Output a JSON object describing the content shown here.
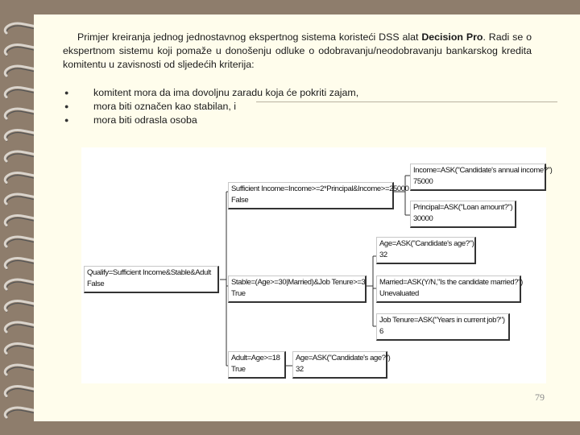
{
  "slide": {
    "intro_part1": "Primjer kreiranja jednog jednostavnog ekspertnog sistema koristeći DSS alat ",
    "intro_bold1": "Decision Pro",
    "intro_part2": ". Radi se o ekspertnom sistemu koji pomaže u donošenju odluke o odobravanju/neodobravanju bankarskog kredita komitentu u zavisnosti od sljedećih kriterija:",
    "bullets": [
      "komitent mora da ima dovoljnu zaradu koja će pokriti zajam,",
      "mora biti označen kao stabilan, i",
      "mora biti odrasla osoba"
    ],
    "page_number": "79"
  },
  "diagram": {
    "nodes": [
      {
        "id": "qualify",
        "formula": "Qualify=Sufficient Income&Stable&Adult",
        "value": "False"
      },
      {
        "id": "sufficient",
        "formula": "Sufficient Income=Income>=2*Principal&Income>=25000",
        "value": "False"
      },
      {
        "id": "income",
        "formula": "Income=ASK(\"Candidate's annual income?\")",
        "value": "75000"
      },
      {
        "id": "principal",
        "formula": "Principal=ASK(\"Loan amount?\")",
        "value": "30000"
      },
      {
        "id": "age1",
        "formula": "Age=ASK(\"Candidate's age?\")",
        "value": "32"
      },
      {
        "id": "stable",
        "formula": "Stable=(Age>=30|Married)&Job Tenure>=3",
        "value": "True"
      },
      {
        "id": "married",
        "formula": "Married=ASK(Y/N,\"Is the candidate married?\")",
        "value": "Unevaluated"
      },
      {
        "id": "tenure",
        "formula": "Job Tenure=ASK(\"Years in current job?\")",
        "value": "6"
      },
      {
        "id": "adult",
        "formula": "Adult=Age>=18",
        "value": "True"
      },
      {
        "id": "age2",
        "formula": "Age=ASK(\"Candidate's age?\")",
        "value": "32"
      }
    ]
  }
}
